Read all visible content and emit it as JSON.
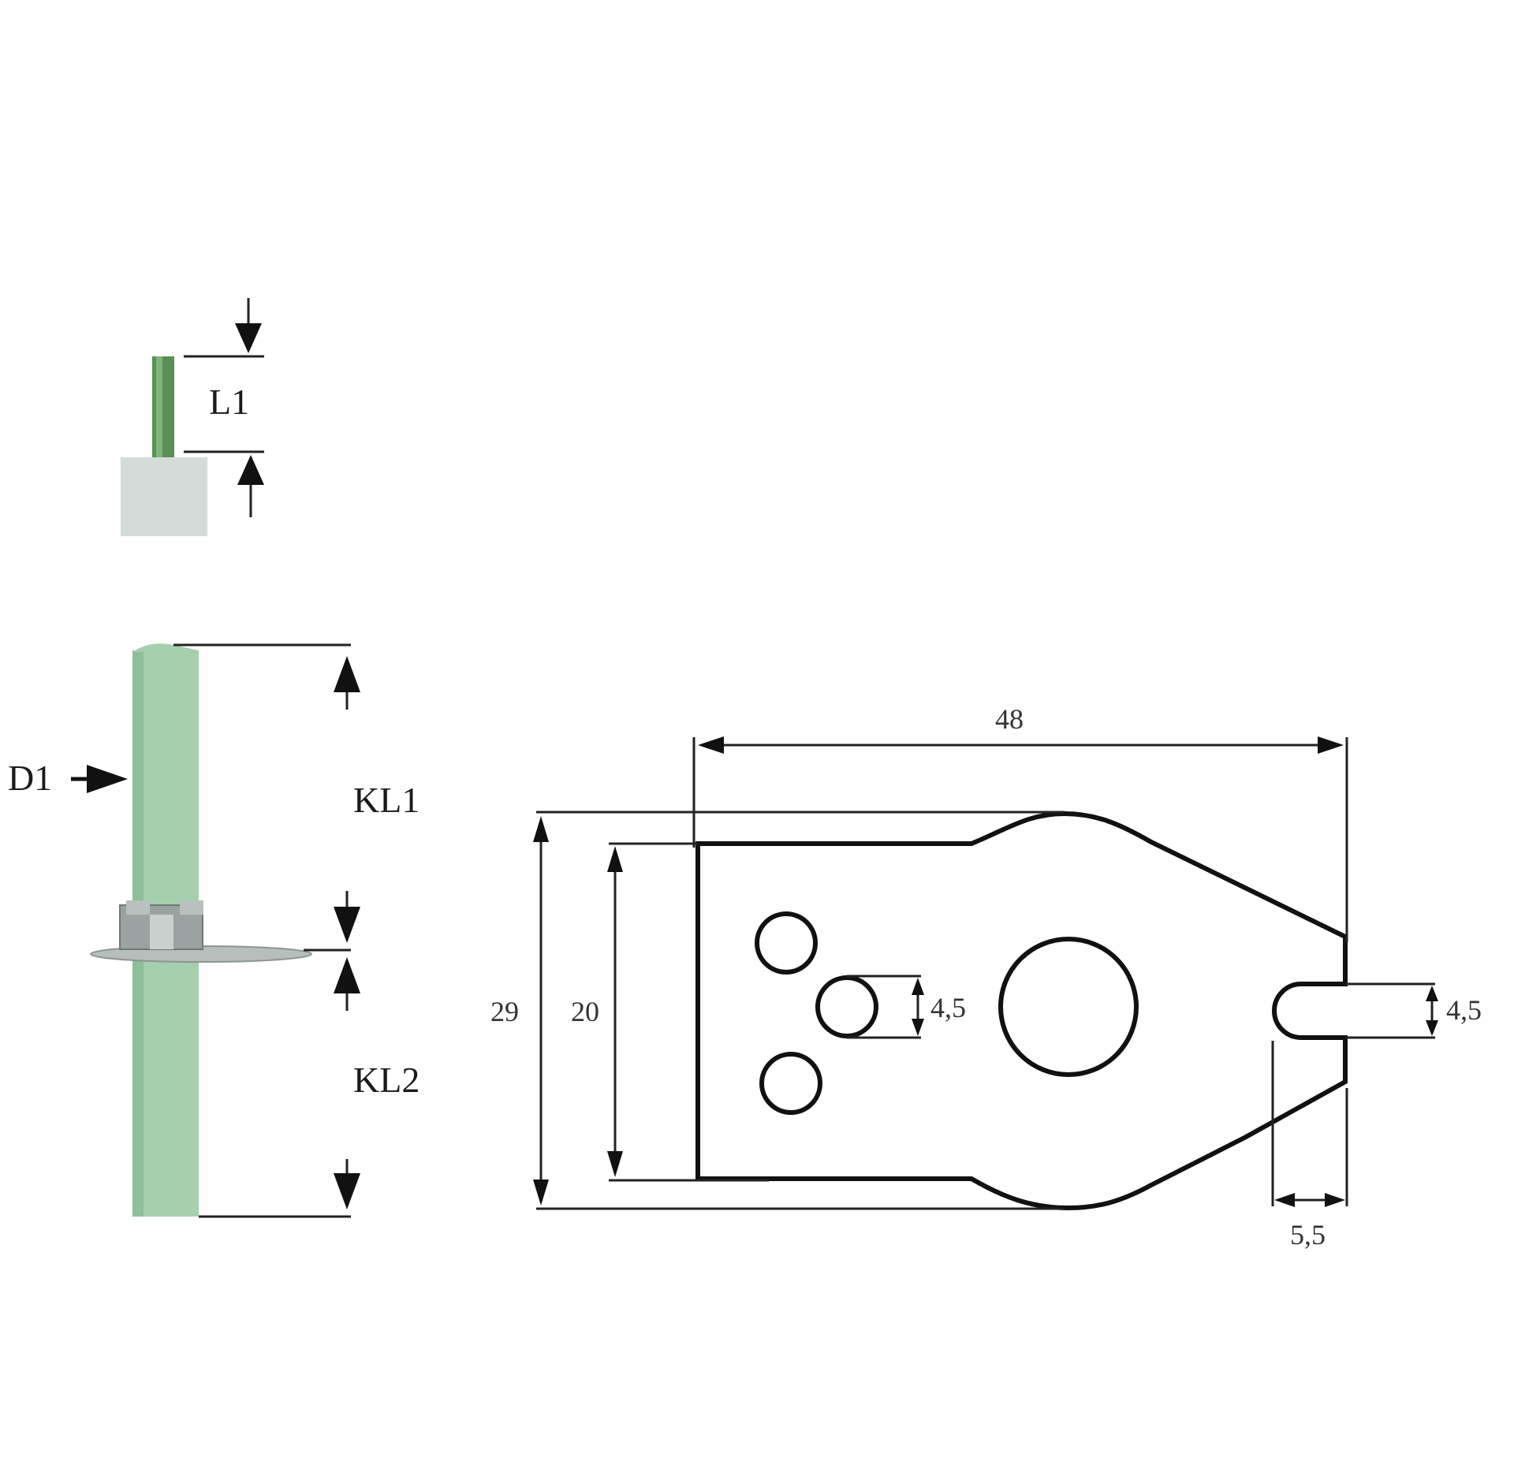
{
  "labels": {
    "l1": "L1",
    "d1": "D1",
    "kl1": "KL1",
    "kl2": "KL2"
  },
  "dimensions": {
    "width_48": "48",
    "height_29": "29",
    "height_20": "20",
    "hole_4_5": "4,5",
    "slot_4_5": "4,5",
    "slot_5_5": "5,5"
  },
  "colors": {
    "rod": "#a6cfae",
    "rod_shade": "#8fbf98",
    "insulator": "#d4dcda",
    "wire": "#5a8f55",
    "nut": "#9aa3a1",
    "line": "#111111"
  }
}
